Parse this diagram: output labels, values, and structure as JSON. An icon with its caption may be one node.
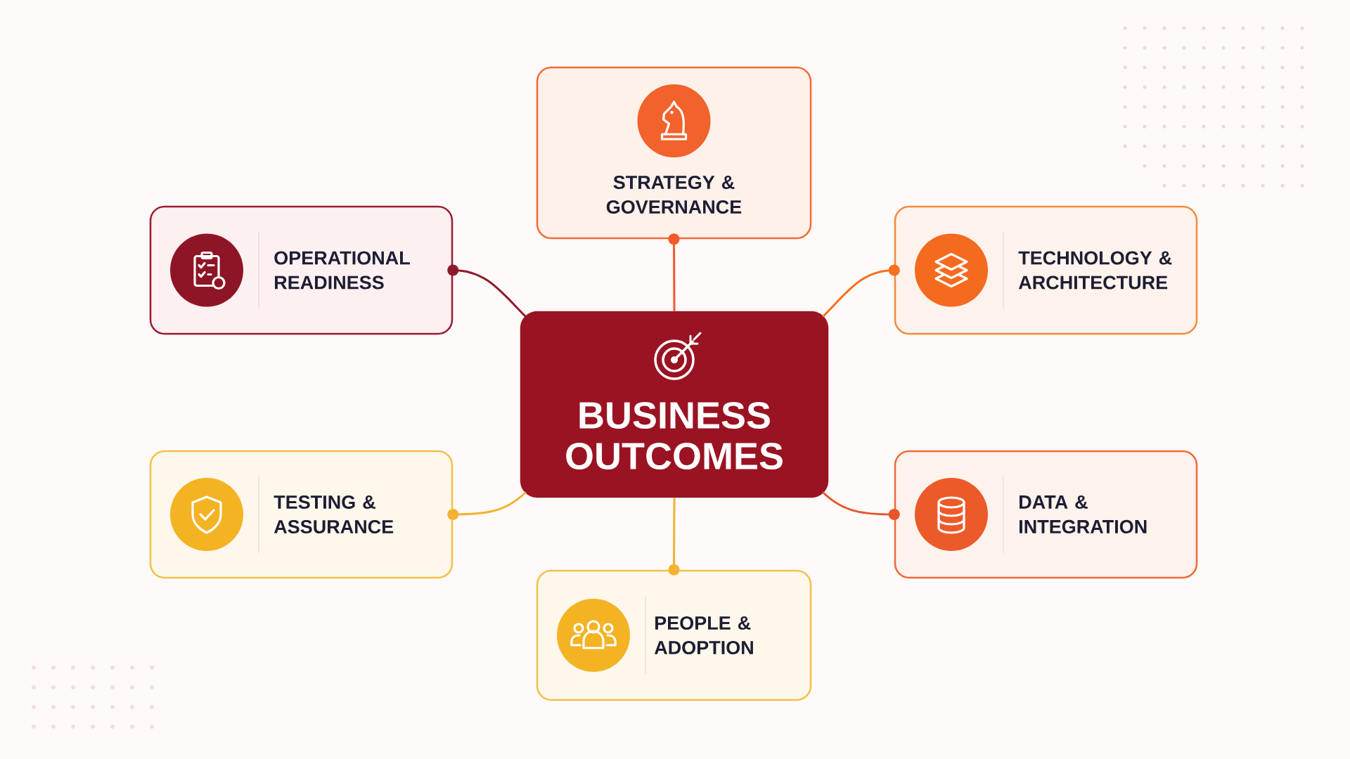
{
  "diagram": {
    "nodes": [
      {
        "text": [
          "BUSINESS OUTCOMES"
        ]
      },
      {
        "text": [
          "STRATEGY & GOVERNANCE"
        ]
      },
      {
        "text": [
          "OPERATIONAL READINESS"
        ]
      },
      {
        "text": [
          "TECHNOLOGY & ARCHITECTURE"
        ]
      },
      {
        "text": [
          "TESTING & ASSURANCE"
        ]
      },
      {
        "text": [
          "DATA & INTEGRATION"
        ]
      },
      {
        "text": [
          "PEOPLE & ADOPTION"
        ]
      }
    ],
    "edges": [
      {
        "from": 0,
        "to": 1,
        "arrow": "other",
        "color": "#f0592a"
      },
      {
        "from": 0,
        "to": 2,
        "arrow": "other",
        "color": "#8e1a2c"
      },
      {
        "from": 0,
        "to": 3,
        "arrow": "other",
        "color": "#f7701e"
      },
      {
        "from": 0,
        "to": 4,
        "arrow": "other",
        "color": "#f2b233"
      },
      {
        "from": 0,
        "to": 5,
        "arrow": "other",
        "color": "#e8552a"
      },
      {
        "from": 0,
        "to": 6,
        "arrow": "other",
        "color": "#f2b233"
      }
    ]
  }
}
